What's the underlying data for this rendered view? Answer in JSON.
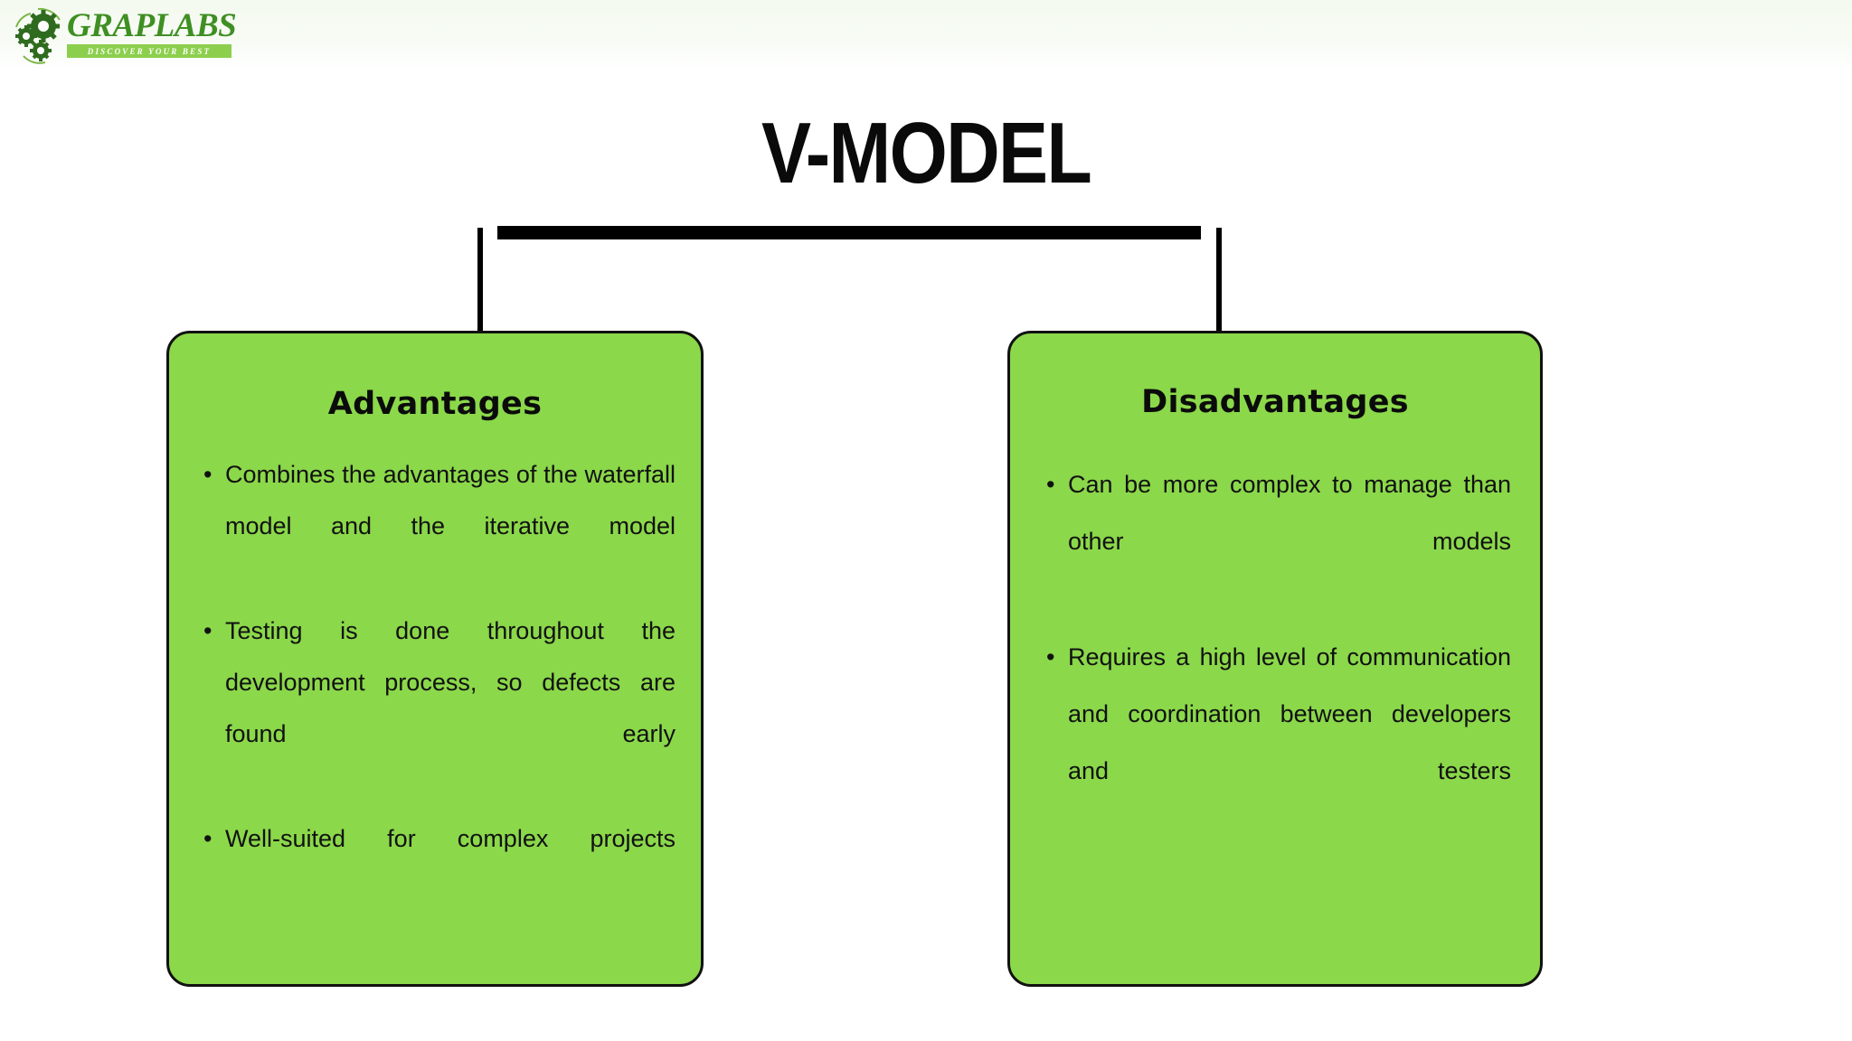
{
  "brand": {
    "name": "GRAPLABS",
    "tagline": "DISCOVER YOUR BEST",
    "logo_green": "#3f8f23",
    "tagline_band_green": "#8ccf4d"
  },
  "title": "V-MODEL",
  "theme": {
    "panel_fill": "#8bd84a",
    "panel_border": "#111111",
    "text_color": "#111111",
    "page_background": "#ffffff"
  },
  "panels": [
    {
      "heading": "Advantages",
      "items": [
        "Combines the advantages of the waterfall model and the iterative model",
        "Testing is done throughout the development process, so defects are found early",
        "Well-suited for complex projects"
      ]
    },
    {
      "heading": "Disadvantages",
      "items": [
        "Can be more complex to manage than other models",
        "Requires a high level of communication and coordination between developers and testers"
      ]
    }
  ],
  "bullet_glyph": "•"
}
